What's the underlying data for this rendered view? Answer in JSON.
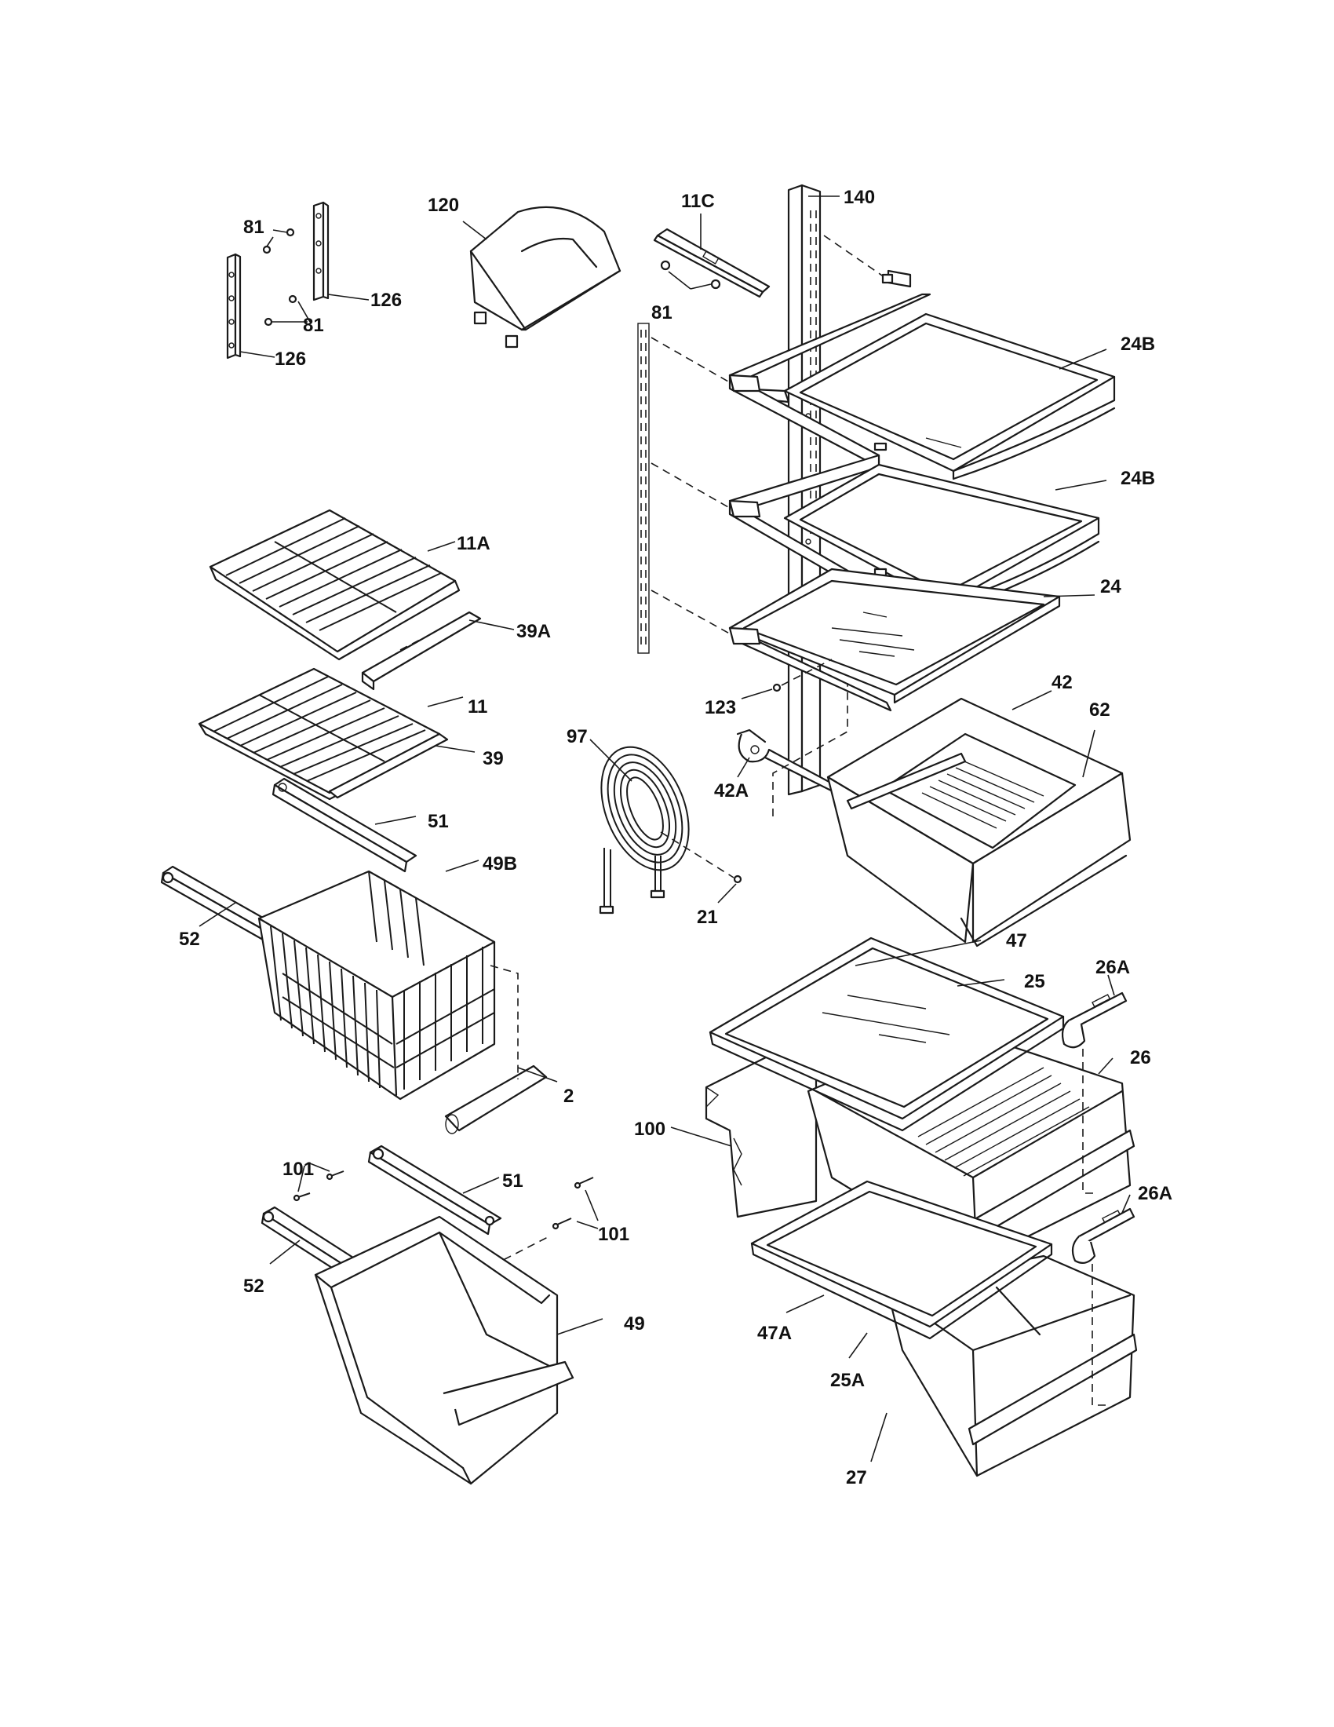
{
  "labels": {
    "p81a": "81",
    "p81b": "81",
    "p81c": "81",
    "p126a": "126",
    "p126b": "126",
    "p120": "120",
    "p11c": "11C",
    "p140": "140",
    "p24b_top": "24B",
    "p24b_mid": "24B",
    "p24": "24",
    "p11a": "11A",
    "p39a": "39A",
    "p11": "11",
    "p39": "39",
    "p97": "97",
    "p123": "123",
    "p42": "42",
    "p62": "62",
    "p42a": "42A",
    "p51_top": "51",
    "p49b": "49B",
    "p52_top": "52",
    "p21": "21",
    "p47": "47",
    "p25": "25",
    "p26a_top": "26A",
    "p26": "26",
    "p2": "2",
    "p100": "100",
    "p101a": "101",
    "p51_bot": "51",
    "p101b": "101",
    "p52_bot": "52",
    "p49": "49",
    "p26a_bot": "26A",
    "p47a": "47A",
    "p25a": "25A",
    "p27": "27"
  }
}
